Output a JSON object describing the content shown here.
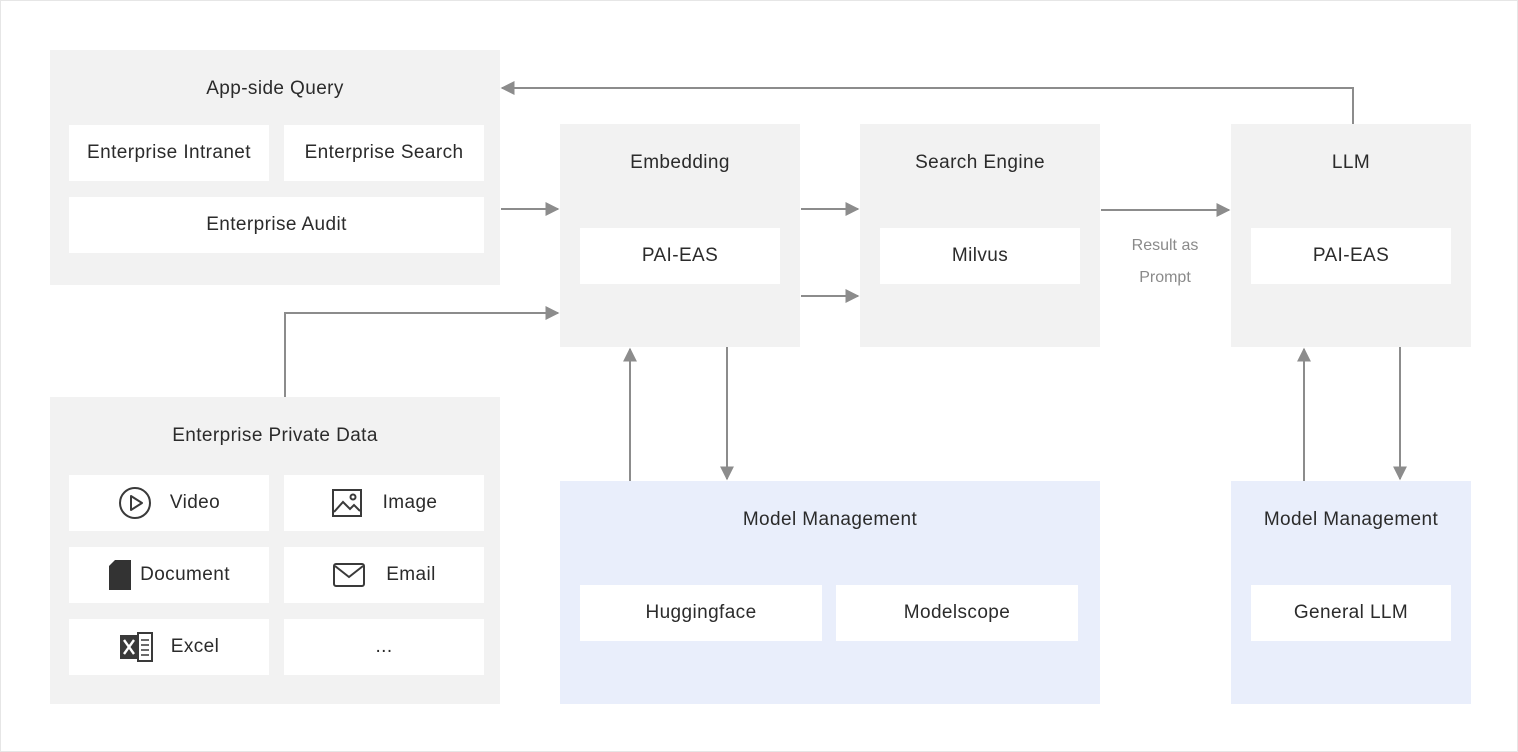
{
  "app_query": {
    "title": "App-side Query",
    "items": [
      "Enterprise Intranet",
      "Enterprise Search",
      "Enterprise Audit"
    ]
  },
  "private_data": {
    "title": "Enterprise Private Data",
    "items": [
      {
        "label": "Video",
        "icon": "play-circle-icon"
      },
      {
        "label": "Image",
        "icon": "image-icon"
      },
      {
        "label": "Document",
        "icon": "document-icon"
      },
      {
        "label": "Email",
        "icon": "email-icon"
      },
      {
        "label": "Excel",
        "icon": "excel-icon"
      },
      {
        "label": "...",
        "icon": ""
      }
    ]
  },
  "embedding": {
    "title": "Embedding",
    "service": "PAI-EAS"
  },
  "search_engine": {
    "title": "Search Engine",
    "service": "Milvus"
  },
  "llm": {
    "title": "LLM",
    "service": "PAI-EAS"
  },
  "result_label": [
    "Result as",
    "Prompt"
  ],
  "model_mgmt_left": {
    "title": "Model Management",
    "items": [
      "Huggingface",
      "Modelscope"
    ]
  },
  "model_mgmt_right": {
    "title": "Model Management",
    "items": [
      "General LLM"
    ]
  },
  "colors": {
    "panel": "#f2f2f2",
    "panel_blue": "#e9eefb",
    "box": "#ffffff",
    "arrow": "#8c8c8c",
    "text": "#2b2b2b",
    "muted_text": "#8a8a8a"
  }
}
